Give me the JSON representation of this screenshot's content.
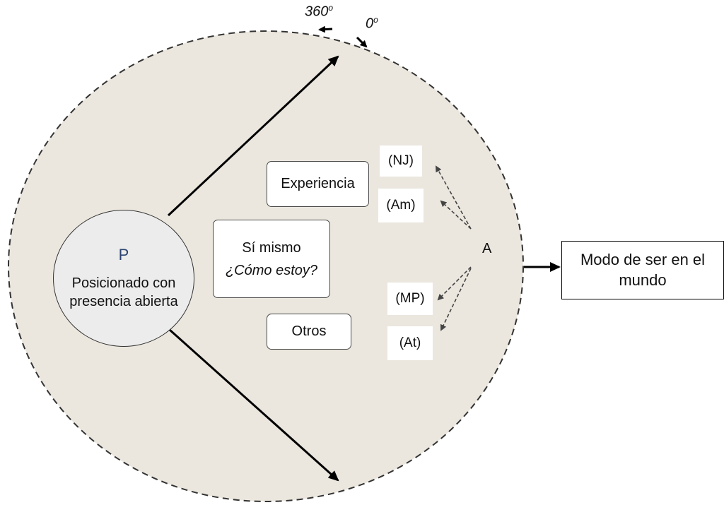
{
  "angles": {
    "start_value": "360",
    "end_value": "0",
    "degree_symbol": "o"
  },
  "center": {
    "letter": "P",
    "text": "Posicionado con presencia abierta"
  },
  "boxes": {
    "experiencia": "Experiencia",
    "self_title": "Sí mismo",
    "self_question": "¿Cómo estoy?",
    "otros": "Otros"
  },
  "markers": {
    "nj": "(NJ)",
    "am": "(Am)",
    "mp": "(MP)",
    "at": "(At)"
  },
  "a_label": "A",
  "world": "Modo de ser en el mundo",
  "colors": {
    "field_fill": "#ebe7de",
    "circle_fill": "#ececec",
    "p_letter": "#2d4470"
  }
}
